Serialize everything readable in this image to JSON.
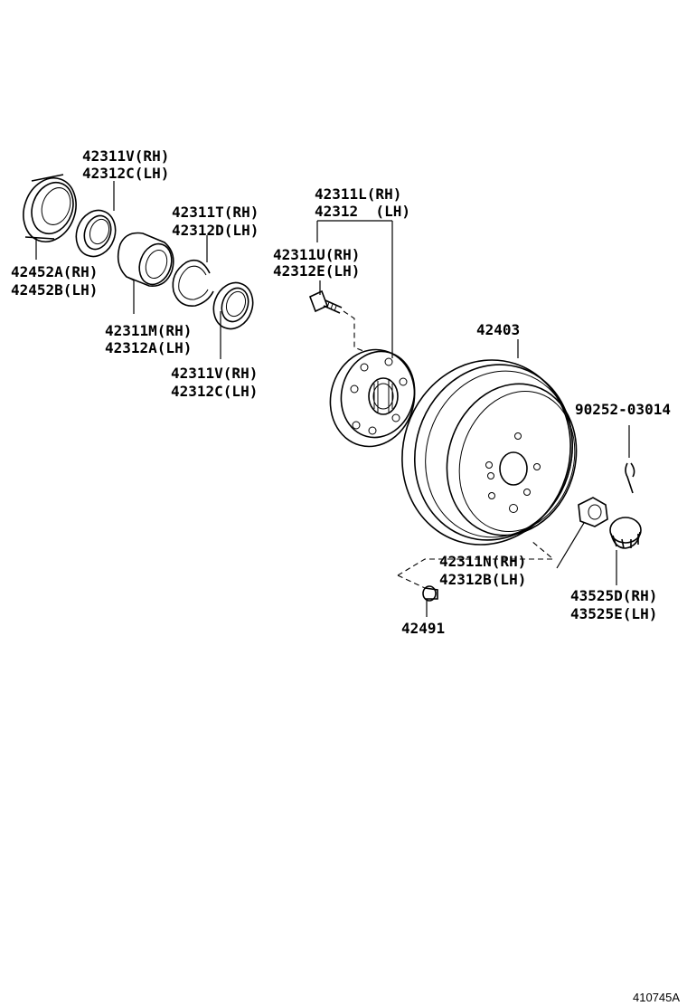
{
  "labels": {
    "bearing_race_outer_top": [
      "42311V(RH)",
      "42312C(LH)"
    ],
    "oil_seal": [
      "42452A(RH)",
      "42452B(LH)"
    ],
    "snap_ring": [
      "42311T(RH)",
      "42312D(LH)"
    ],
    "bearing": [
      "42311M(RH)",
      "42312A(LH)"
    ],
    "bearing_race_outer_bottom": [
      "42311V(RH)",
      "42312C(LH)"
    ],
    "axle_hub": [
      "42311L(RH)",
      "42312  (LH)"
    ],
    "hub_bolt": [
      "42311U(RH)",
      "42312E(LH)"
    ],
    "brake_drum": "42403",
    "cotter_pin": "90252-03014",
    "hub_nut": [
      "42311N(RH)",
      "42312B(LH)"
    ],
    "nut_lock_cap": [
      "43525D(RH)",
      "43525E(LH)"
    ],
    "drum_plug": "42491"
  },
  "figure_ref": "410745A"
}
